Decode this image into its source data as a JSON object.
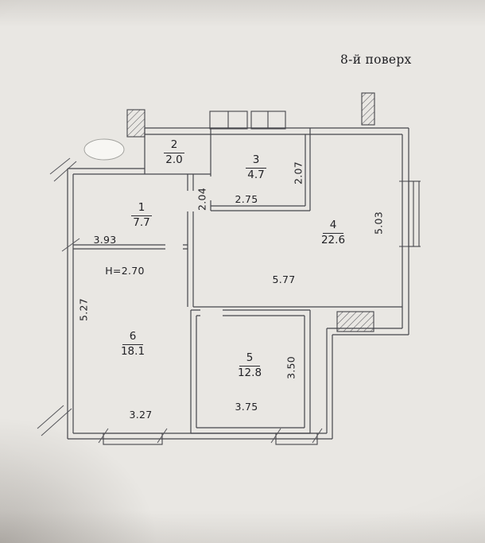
{
  "title": "8-й поверх",
  "rooms": [
    {
      "number": "1",
      "area": "7.7"
    },
    {
      "number": "2",
      "area": "2.0"
    },
    {
      "number": "3",
      "area": "4.7"
    },
    {
      "number": "4",
      "area": "22.6"
    },
    {
      "number": "5",
      "area": "12.8"
    },
    {
      "number": "6",
      "area": "18.1"
    }
  ],
  "dimensions": {
    "room1_width": "3.93",
    "hall_height": "2.04",
    "room3_width": "2.75",
    "room3_height": "2.07",
    "room4_height": "5.03",
    "room4_width": "5.77",
    "ceiling_height": "H=2.70",
    "room6_height": "5.27",
    "room6_width": "3.27",
    "room5_height": "3.50",
    "room5_width": "3.75"
  },
  "colors": {
    "paper": "#e9e7e3",
    "line": "#45454b",
    "text": "#26262b"
  }
}
